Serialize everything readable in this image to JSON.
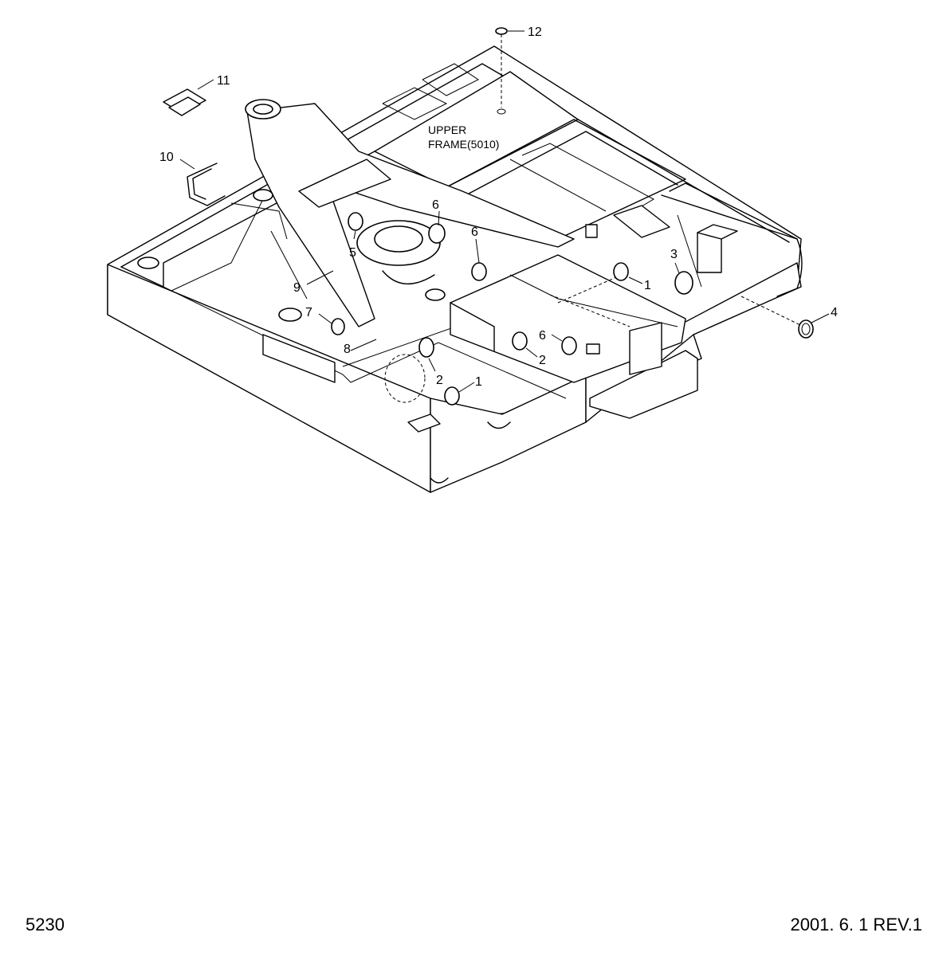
{
  "diagram": {
    "frame_label_line1": "UPPER",
    "frame_label_line2": "FRAME(5010)",
    "callouts": {
      "c1a": "1",
      "c1b": "1",
      "c2a": "2",
      "c2b": "2",
      "c3": "3",
      "c4": "4",
      "c5": "5",
      "c6a": "6",
      "c6b": "6",
      "c6c": "6",
      "c7": "7",
      "c8": "8",
      "c9": "9",
      "c10": "10",
      "c11": "11",
      "c12": "12"
    }
  },
  "footer": {
    "page_number": "5230",
    "revision": "2001. 6. 1 REV.1"
  }
}
